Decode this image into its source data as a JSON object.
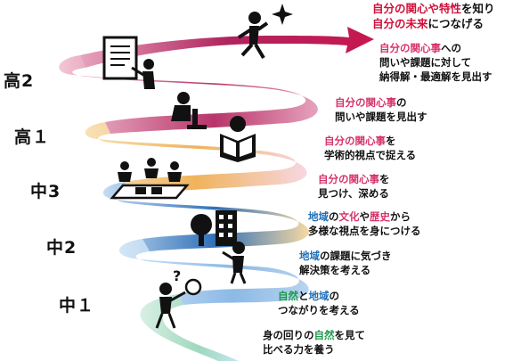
{
  "grades": {
    "k2": "高2",
    "k1": "高１",
    "c3": "中3",
    "c2": "中2",
    "c1": "中１"
  },
  "title": {
    "l1": [
      {
        "t": "自分の関心や特性",
        "c": "red"
      },
      {
        "t": "を知り",
        "c": "dk"
      }
    ],
    "l2": [
      {
        "t": "自分の未来",
        "c": "red"
      },
      {
        "t": "につなげる",
        "c": "dk"
      }
    ]
  },
  "stages": [
    {
      "lines": [
        [
          {
            "t": "自分の関心事",
            "c": "pink"
          },
          {
            "t": "への",
            "c": "dk"
          }
        ],
        [
          {
            "t": "問いや課題に対して",
            "c": "dk"
          }
        ],
        [
          {
            "t": "納得解・最適解を見出す",
            "c": "dk"
          }
        ]
      ]
    },
    {
      "lines": [
        [
          {
            "t": "自分の関心事",
            "c": "pink"
          },
          {
            "t": "の",
            "c": "dk"
          }
        ],
        [
          {
            "t": "問いや課題を見出す",
            "c": "dk"
          }
        ]
      ]
    },
    {
      "lines": [
        [
          {
            "t": "自分の関心事",
            "c": "pink"
          },
          {
            "t": "を",
            "c": "dk"
          }
        ],
        [
          {
            "t": "学術的視点で捉える",
            "c": "dk"
          }
        ]
      ]
    },
    {
      "lines": [
        [
          {
            "t": "自分の関心事",
            "c": "pink"
          },
          {
            "t": "を",
            "c": "dk"
          }
        ],
        [
          {
            "t": "見つけ、深める",
            "c": "dk"
          }
        ]
      ]
    },
    {
      "lines": [
        [
          {
            "t": "地域",
            "c": "blue"
          },
          {
            "t": "の",
            "c": "dk"
          },
          {
            "t": "文化",
            "c": "pink"
          },
          {
            "t": "や",
            "c": "dk"
          },
          {
            "t": "歴史",
            "c": "pink"
          },
          {
            "t": "から",
            "c": "dk"
          }
        ],
        [
          {
            "t": "多様な視点を身につける",
            "c": "dk"
          }
        ]
      ]
    },
    {
      "lines": [
        [
          {
            "t": "地域",
            "c": "blue"
          },
          {
            "t": "の課題に気づき",
            "c": "dk"
          }
        ],
        [
          {
            "t": "解決策を考える",
            "c": "dk"
          }
        ]
      ]
    },
    {
      "lines": [
        [
          {
            "t": "自然",
            "c": "green"
          },
          {
            "t": "と",
            "c": "dk"
          },
          {
            "t": "地域",
            "c": "blue"
          },
          {
            "t": "の",
            "c": "dk"
          }
        ],
        [
          {
            "t": "つながりを考える",
            "c": "dk"
          }
        ]
      ]
    },
    {
      "lines": [
        [
          {
            "t": "身の回りの",
            "c": "dk"
          },
          {
            "t": "自然",
            "c": "green"
          },
          {
            "t": "を見て",
            "c": "dk"
          }
        ],
        [
          {
            "t": "比べる力を養う",
            "c": "dk"
          }
        ]
      ]
    }
  ],
  "icons": [
    "presentation-board-icon",
    "running-person-icon",
    "sparkle-icon",
    "microscope-person-icon",
    "reading-person-icon",
    "group-discussion-icon",
    "tree-icon",
    "building-icon",
    "pointing-person-icon",
    "question-icon",
    "magnifier-person-icon"
  ],
  "colors": {
    "ring_top": "#b0245e",
    "ring_pink": "#e8a6bf",
    "ring_orange": "#f3c27a",
    "ring_blue": "#3f7fc4",
    "ring_lightblue": "#9cc4ea",
    "ring_green": "#a9dcc4",
    "accent_red": "#d0103a",
    "accent_pink": "#d6336c",
    "accent_blue": "#1f6fb8",
    "accent_green": "#1e9a4a"
  }
}
